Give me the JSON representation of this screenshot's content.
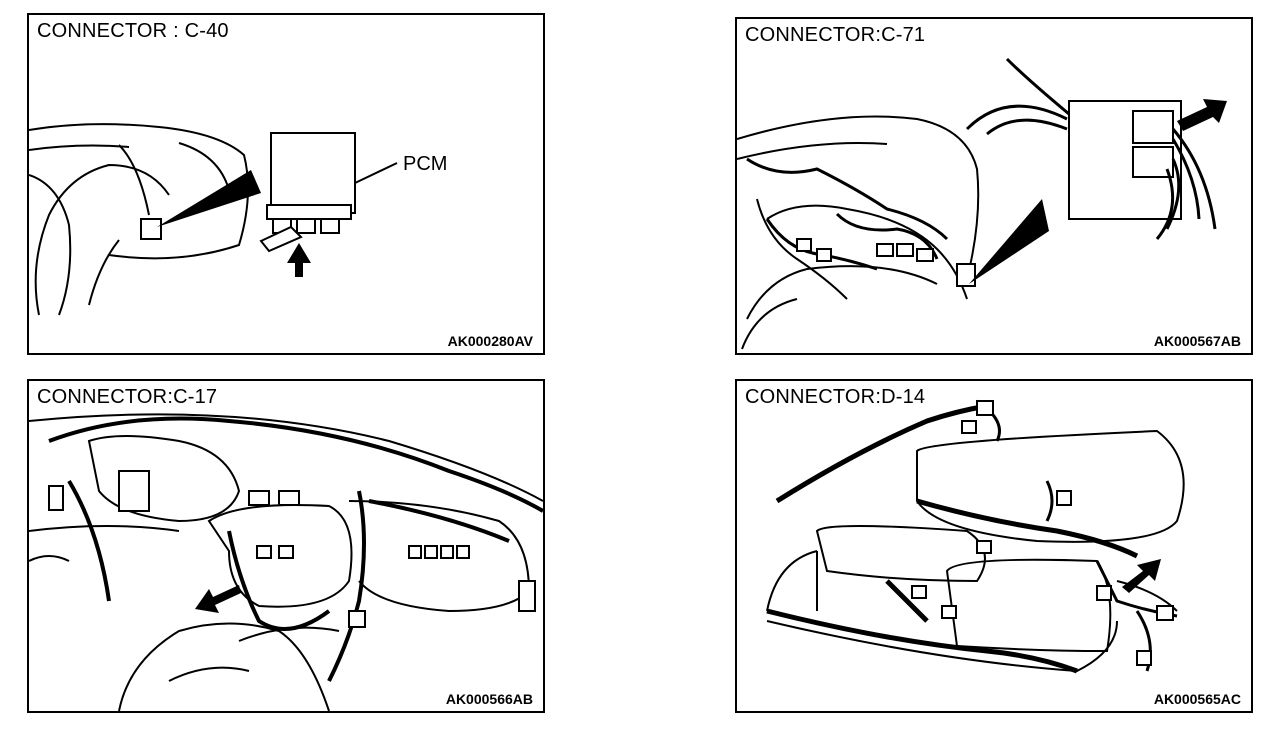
{
  "panels": [
    {
      "title": "CONNECTOR : C-40",
      "code": "AK000280AV",
      "label": "PCM"
    },
    {
      "title": "CONNECTOR:C-71",
      "code": "AK000567AB"
    },
    {
      "title": "CONNECTOR:C-17",
      "code": "AK000566AB"
    },
    {
      "title": "CONNECTOR:D-14",
      "code": "AK000565AC"
    }
  ]
}
